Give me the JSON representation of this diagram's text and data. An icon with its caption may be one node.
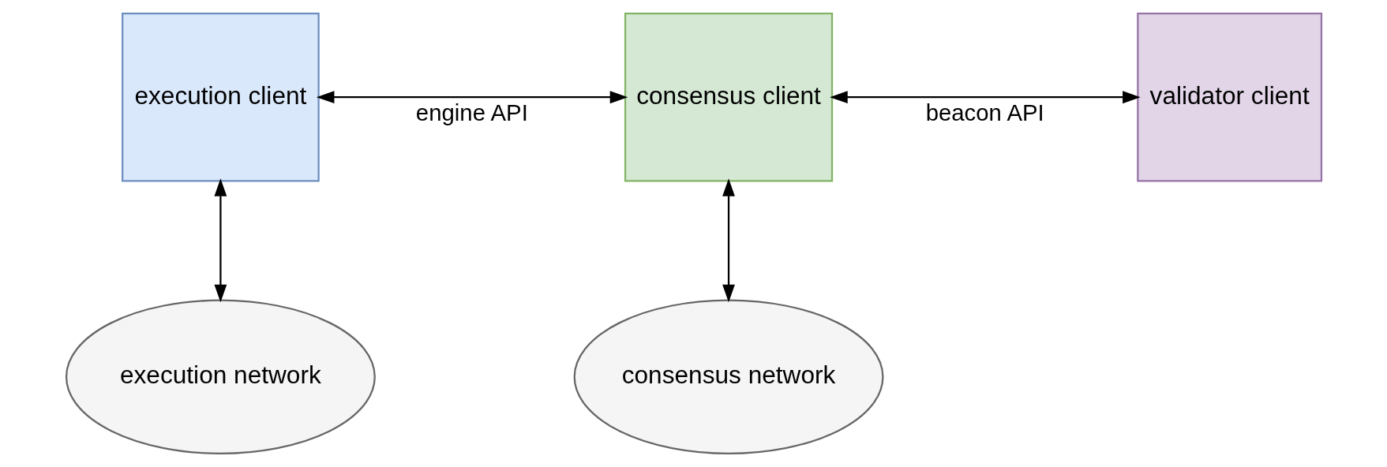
{
  "diagram": {
    "nodes": [
      {
        "text": [
          "execution client"
        ]
      },
      {
        "text": [
          "consensus client"
        ]
      },
      {
        "text": [
          "validator client"
        ]
      },
      {
        "text": [
          "execution network"
        ]
      },
      {
        "text": [
          "consensus network"
        ]
      }
    ],
    "edges": [
      {
        "from": 0,
        "to": 1,
        "arrow": "both",
        "label": "engine API"
      },
      {
        "from": 1,
        "to": 2,
        "arrow": "both",
        "label": "beacon API"
      },
      {
        "from": 3,
        "to": 0,
        "arrow": "both"
      },
      {
        "from": 4,
        "to": 1,
        "arrow": "both"
      }
    ]
  }
}
